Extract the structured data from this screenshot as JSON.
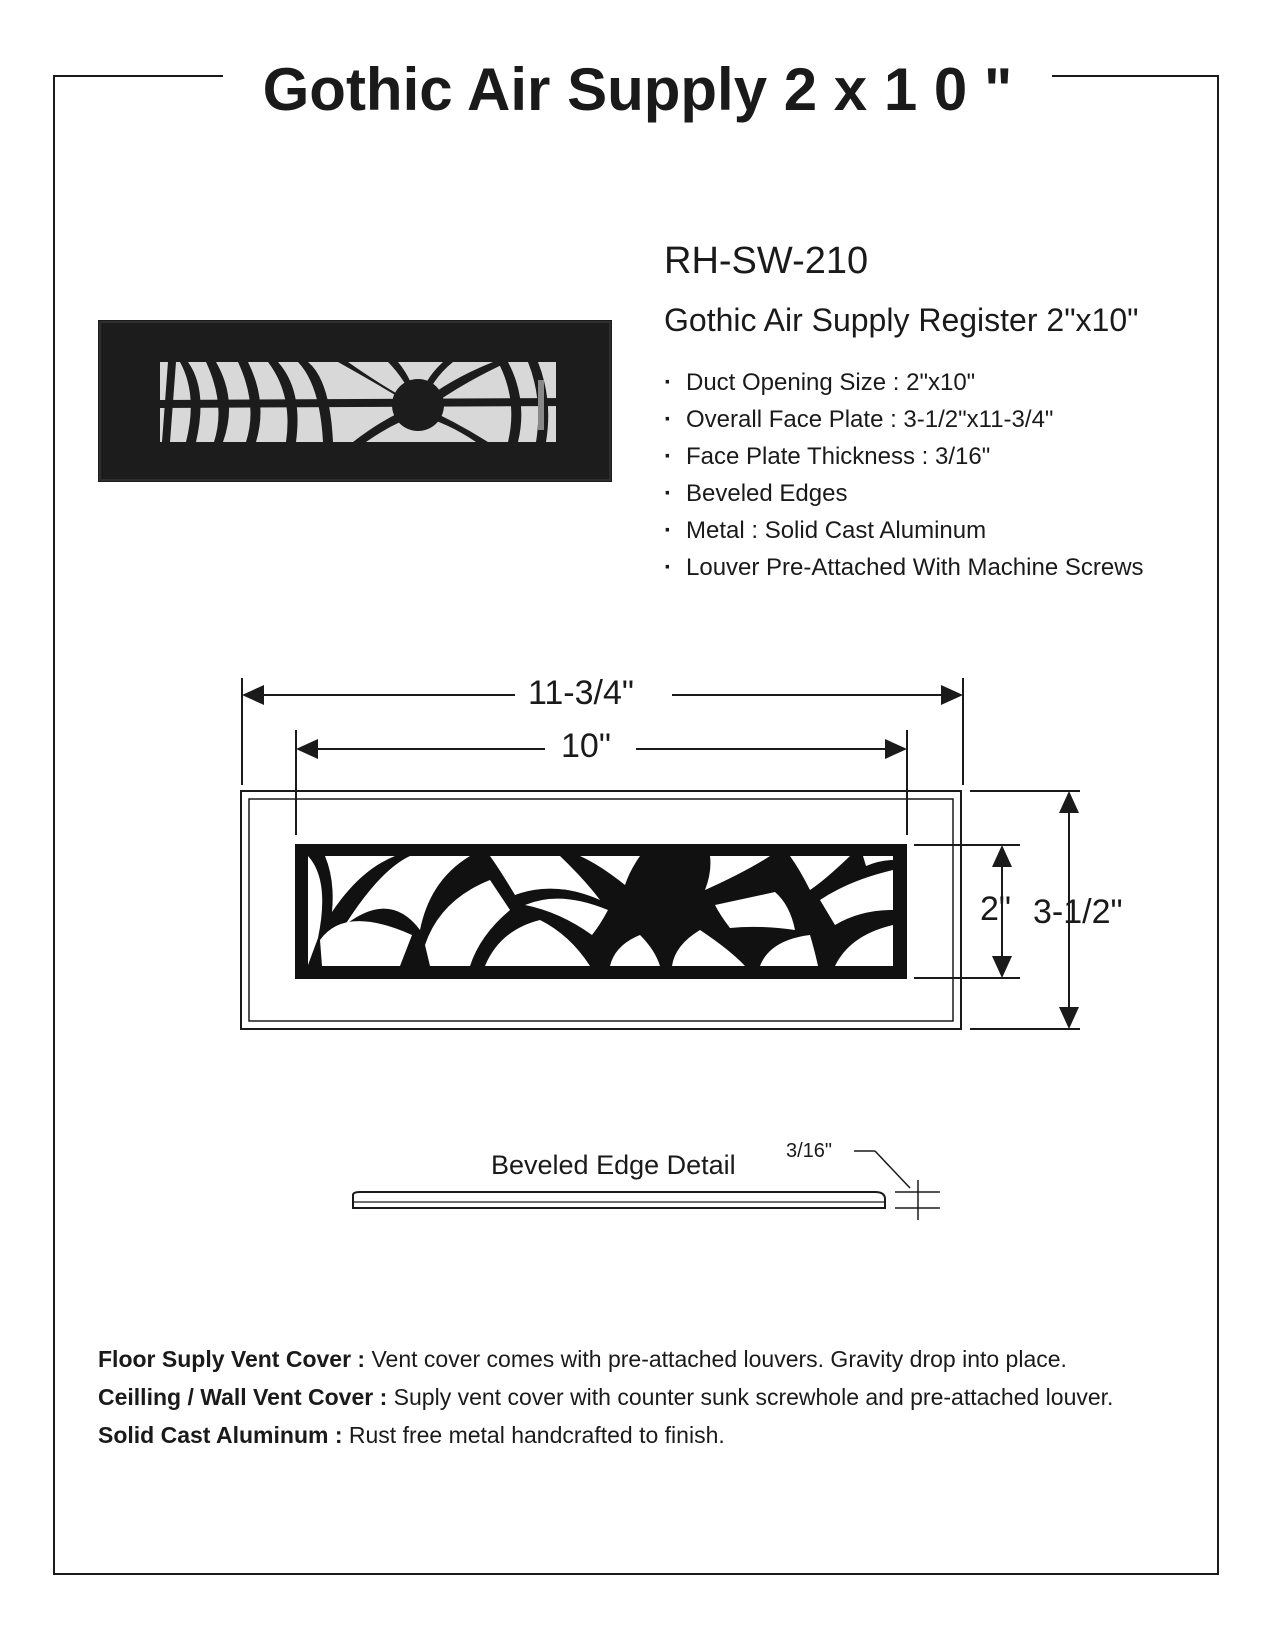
{
  "title": "Gothic Air Supply 2 x 1 0 \"",
  "product": {
    "model": "RH-SW-210",
    "name": "Gothic Air Supply Register 2\"x10\""
  },
  "specs": [
    "Duct Opening Size : 2\"x10\"",
    "Overall Face Plate : 3-1/2\"x11-3/4\"",
    "Face Plate Thickness : 3/16\"",
    "Beveled Edges",
    "Metal : Solid Cast Aluminum",
    "Louver Pre-Attached With Machine Screws"
  ],
  "dimensions": {
    "overall_width": "11-3/4\"",
    "opening_width": "10\"",
    "opening_height": "2\"",
    "overall_height": "3-1/2\"",
    "thickness": "3/16\""
  },
  "edge_detail_title": "Beveled Edge Detail",
  "notes": [
    {
      "label": "Floor Suply Vent Cover : ",
      "text": "Vent cover comes with pre-attached louvers. Gravity drop into place."
    },
    {
      "label": "Ceilling / Wall Vent Cover : ",
      "text": "Suply vent cover with counter sunk screwhole and pre-attached louver."
    },
    {
      "label": "Solid Cast Aluminum : ",
      "text": "Rust free metal handcrafted to finish."
    }
  ],
  "colors": {
    "ink": "#1a1a1a",
    "metal": "#1c1c1c"
  }
}
